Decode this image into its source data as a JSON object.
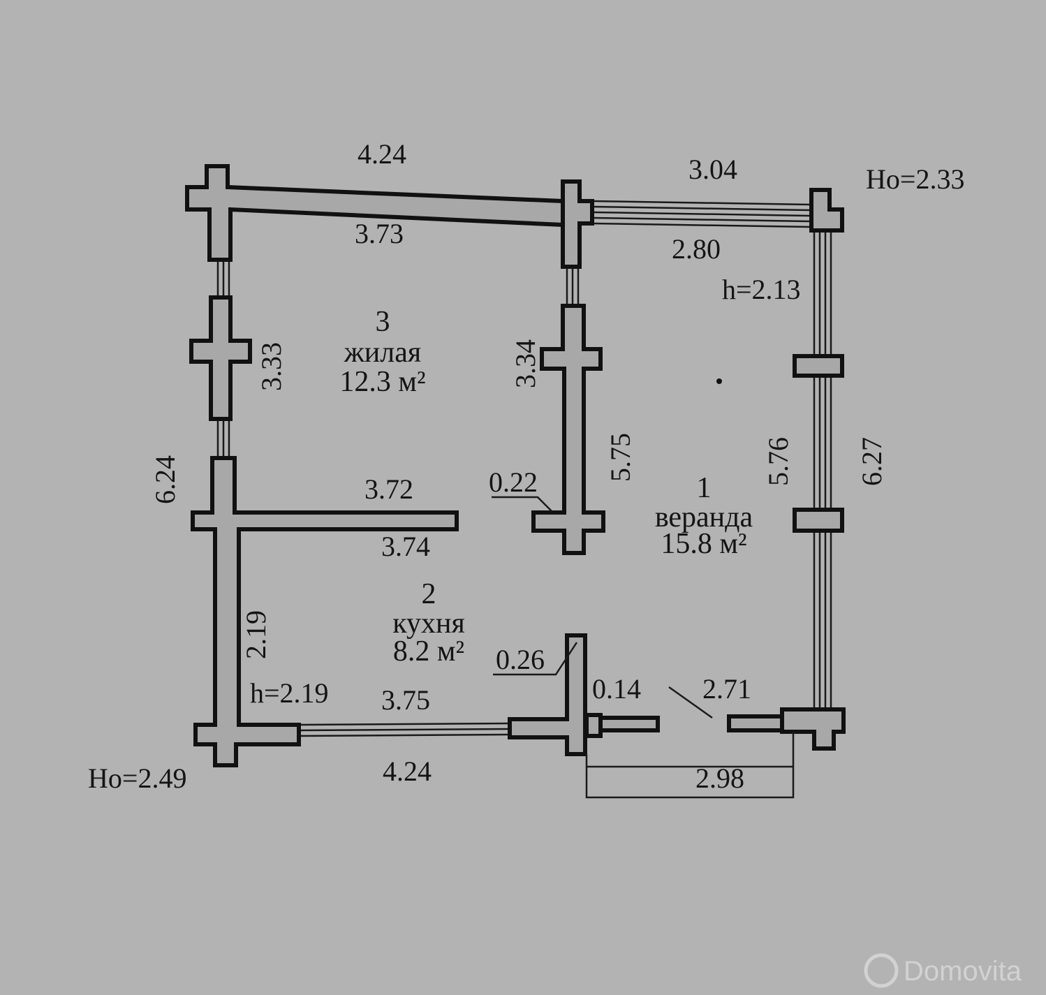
{
  "rooms": {
    "living": {
      "number": "3",
      "name": "жилая",
      "area": "12.3 м²"
    },
    "kitchen": {
      "number": "2",
      "name": "кухня",
      "area": "8.2 м²"
    },
    "veranda": {
      "number": "1",
      "name": "веранда",
      "area": "15.8 м²"
    }
  },
  "dimensions": {
    "top_outer_left": "4.24",
    "top_inner_left": "3.73",
    "top_outer_right": "3.04",
    "top_inner_right": "2.80",
    "ho_top": "Ho=2.33",
    "h_veranda": "h=2.13",
    "left_upper": "3.33",
    "mid_vertical": "3.34",
    "left_outer": "6.24",
    "partition_upper": "3.72",
    "partition_lower": "3.74",
    "partition_tail": "0.22",
    "veranda_left": "5.75",
    "veranda_right_inner": "5.76",
    "right_outer": "6.27",
    "kitchen_left": "2.19",
    "kitchen_wall_thickness": "0.26",
    "h_kitchen": "h=2.19",
    "bottom_inner": "3.75",
    "door_gap": "0.14",
    "bottom_right_inner": "2.71",
    "bottom_outer_left": "4.24",
    "ho_bottom": "Ho=2.49",
    "porch": "2.98"
  },
  "watermark": {
    "text": "Domovita"
  }
}
